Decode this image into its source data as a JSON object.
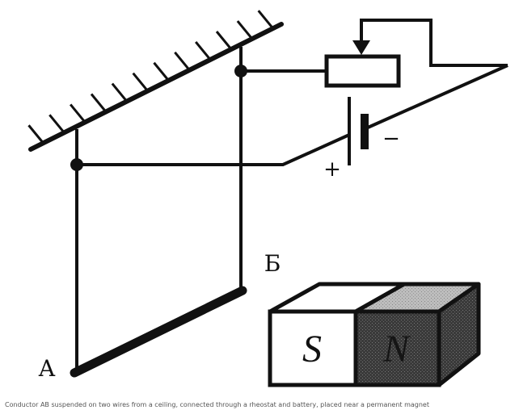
{
  "figure": {
    "description": "Conductor AB suspended on two wires from a ceiling, connected through a rheostat and battery, placed near a permanent magnet",
    "labels": {
      "point_a": "А",
      "point_b": "Б",
      "battery_plus": "+",
      "battery_minus": "−"
    },
    "magnet": {
      "south_pole": "S",
      "north_pole": "N"
    },
    "colors": {
      "ink": "#111111",
      "north_face": "#3a3a3a",
      "north_top": "#b8b8b8",
      "background": "#ffffff"
    }
  }
}
